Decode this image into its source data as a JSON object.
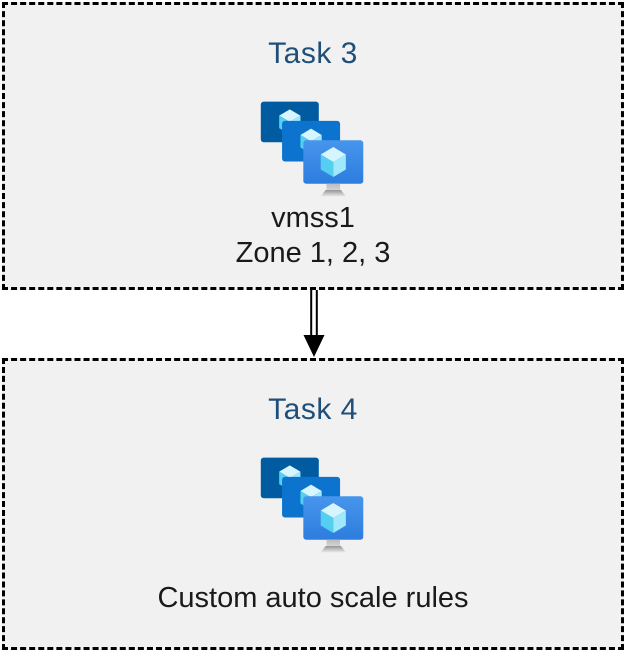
{
  "diagram": {
    "type": "flow",
    "tasks": [
      {
        "title": "Task 3",
        "icon": "vm-scale-sets-icon",
        "lines": [
          "vmss1",
          "Zone 1, 2, 3"
        ]
      },
      {
        "title": "Task 4",
        "icon": "vm-scale-sets-icon",
        "lines": [
          "Custom auto scale rules"
        ]
      }
    ],
    "connector": {
      "type": "double-line-arrow",
      "direction": "down",
      "from": "Task 3",
      "to": "Task 4"
    },
    "colors": {
      "box_background": "#f1f1f1",
      "box_border": "#000000",
      "title_text": "#1f4e79",
      "body_text": "#1a1a1a",
      "icon_monitor_back": "#005ba1",
      "icon_monitor_middle": "#0c74ce",
      "icon_monitor_front_top": "#4795ec",
      "icon_monitor_front_bottom": "#2d7ddf",
      "icon_cube_top": "#d6f5fe",
      "icon_cube_left": "#54cfef",
      "icon_cube_right": "#9fe9fb",
      "icon_stand": "#c8c8c8",
      "arrow": "#000000"
    }
  }
}
